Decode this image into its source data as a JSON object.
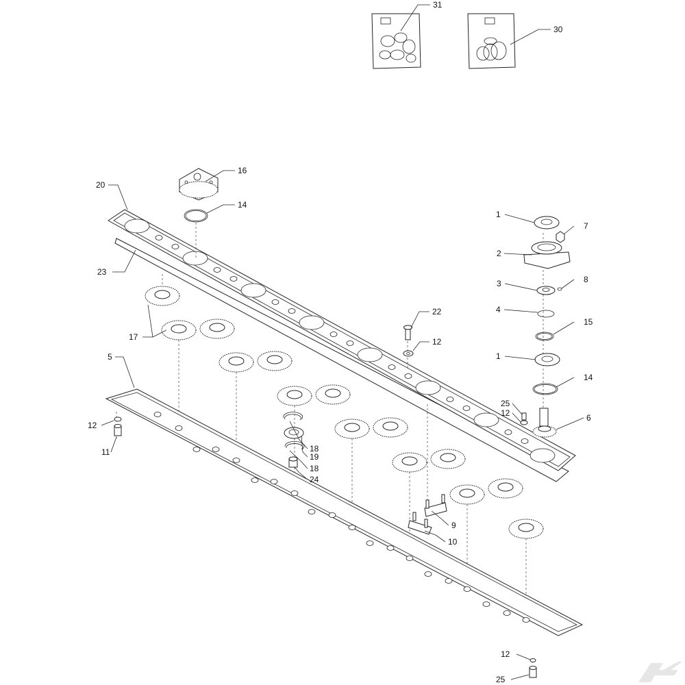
{
  "diagram": {
    "callouts": [
      {
        "label": "31"
      },
      {
        "label": "30"
      },
      {
        "label": "16"
      },
      {
        "label": "20"
      },
      {
        "label": "14"
      },
      {
        "label": "23"
      },
      {
        "label": "17"
      },
      {
        "label": "5"
      },
      {
        "label": "22"
      },
      {
        "label": "12"
      },
      {
        "label": "12"
      },
      {
        "label": "11"
      },
      {
        "label": "18"
      },
      {
        "label": "19"
      },
      {
        "label": "18"
      },
      {
        "label": "24"
      },
      {
        "label": "1"
      },
      {
        "label": "7"
      },
      {
        "label": "2"
      },
      {
        "label": "3"
      },
      {
        "label": "8"
      },
      {
        "label": "4"
      },
      {
        "label": "15"
      },
      {
        "label": "1"
      },
      {
        "label": "14"
      },
      {
        "label": "25"
      },
      {
        "label": "12"
      },
      {
        "label": "6"
      },
      {
        "label": "9"
      },
      {
        "label": "10"
      },
      {
        "label": "12"
      },
      {
        "label": "25"
      }
    ],
    "logo_icon": "k-logo-icon"
  }
}
